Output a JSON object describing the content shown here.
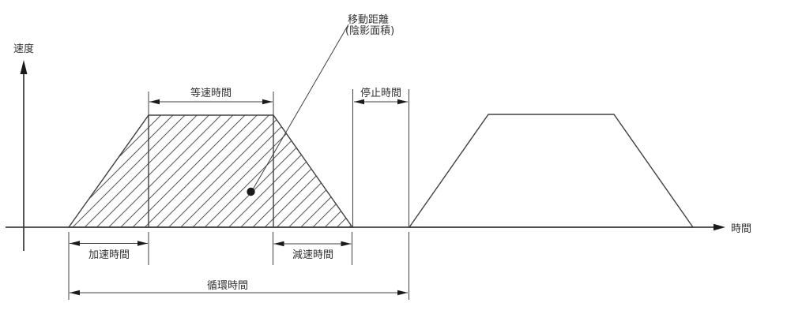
{
  "figure": {
    "y_axis_label": "速度",
    "x_axis_label": "時間",
    "annotation": {
      "line1": "移動距離",
      "line2": "(陰影面積)"
    },
    "dimensions": {
      "constant_speed": "等速時間",
      "stop": "停止時間",
      "accel": "加速時間",
      "decel": "減速時間",
      "cycle": "循環時間"
    },
    "colors": {
      "line": "#404040",
      "hatch": "#3a3a3a",
      "text": "#333333",
      "dot": "#1a1a1a",
      "background": "#ffffff"
    }
  }
}
